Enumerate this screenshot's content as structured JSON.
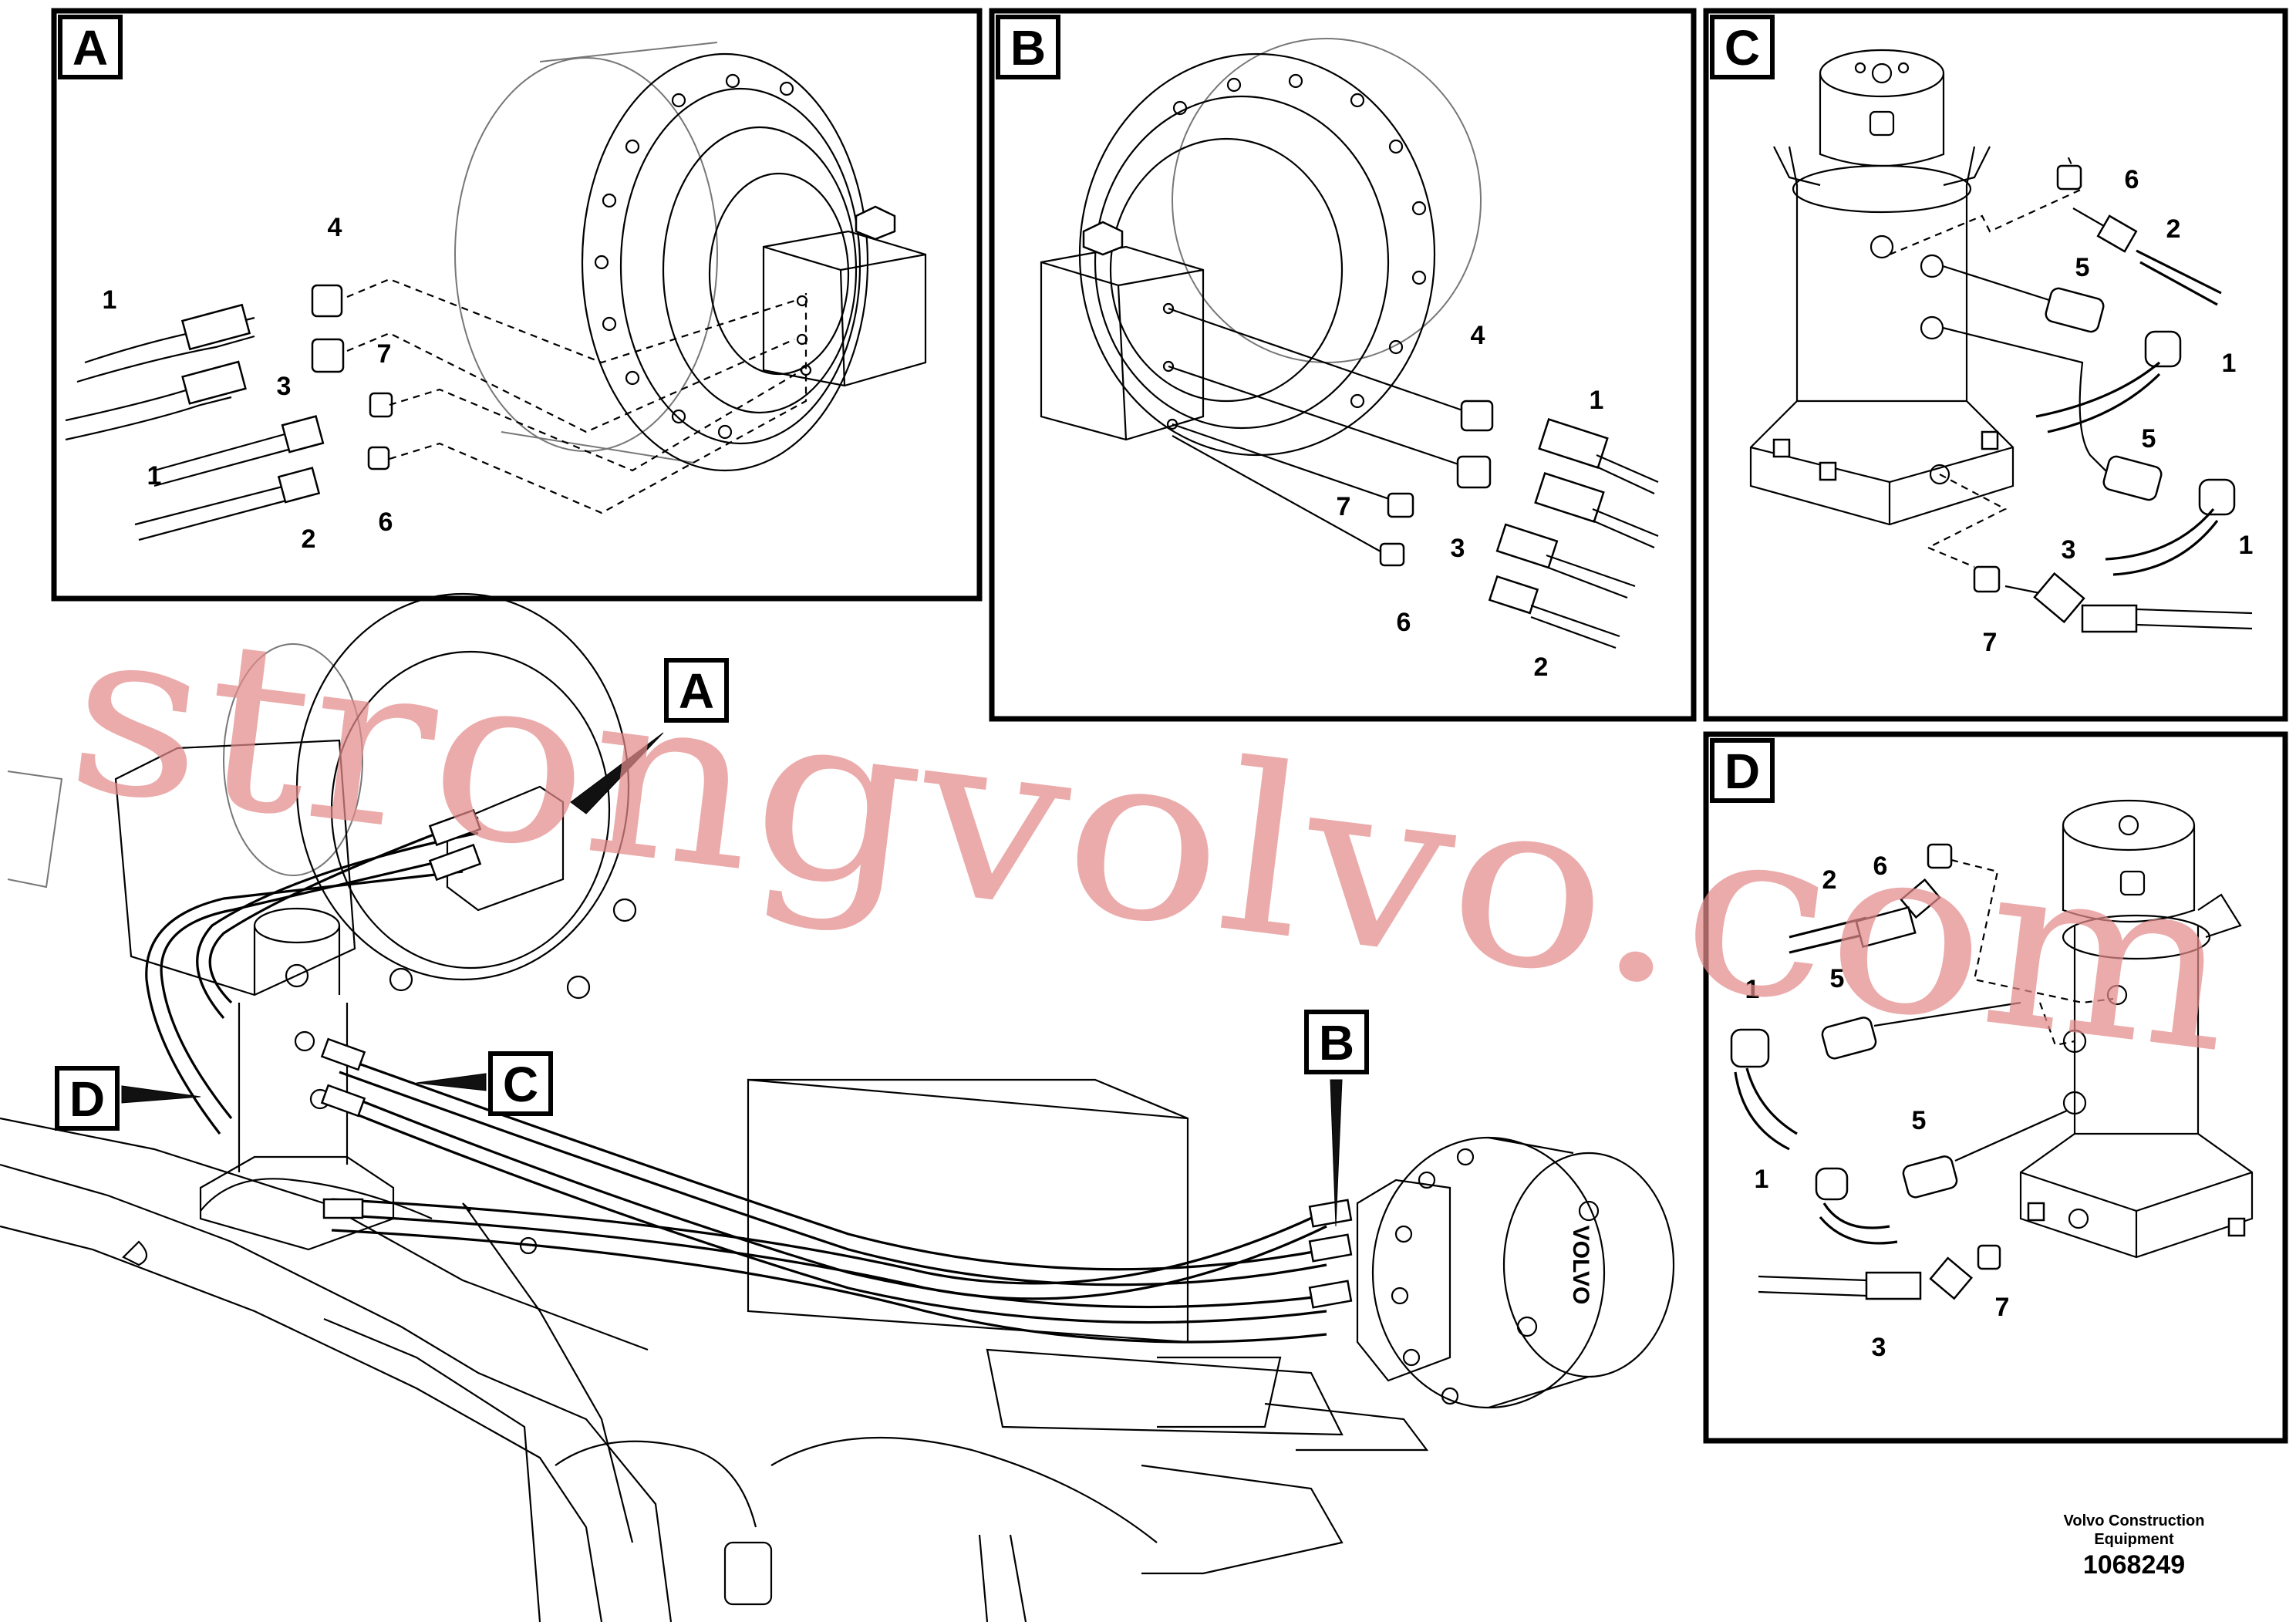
{
  "panels": {
    "A": {
      "label": "A",
      "callouts": [
        "1",
        "1",
        "2",
        "3",
        "4",
        "6",
        "7"
      ]
    },
    "B": {
      "label": "B",
      "callouts": [
        "1",
        "2",
        "3",
        "4",
        "6",
        "7"
      ]
    },
    "C": {
      "label": "C",
      "callouts": [
        "1",
        "1",
        "2",
        "3",
        "5",
        "5",
        "6",
        "7"
      ]
    },
    "D": {
      "label": "D",
      "callouts": [
        "1",
        "1",
        "2",
        "3",
        "5",
        "5",
        "6",
        "7"
      ]
    }
  },
  "overview": {
    "pointer_labels": [
      "A",
      "B",
      "C",
      "D"
    ],
    "motor_badge": "VOLVO"
  },
  "watermark": "strongvolvo.com",
  "footer": {
    "company": "Volvo Construction Equipment",
    "part_number": "1068249"
  }
}
